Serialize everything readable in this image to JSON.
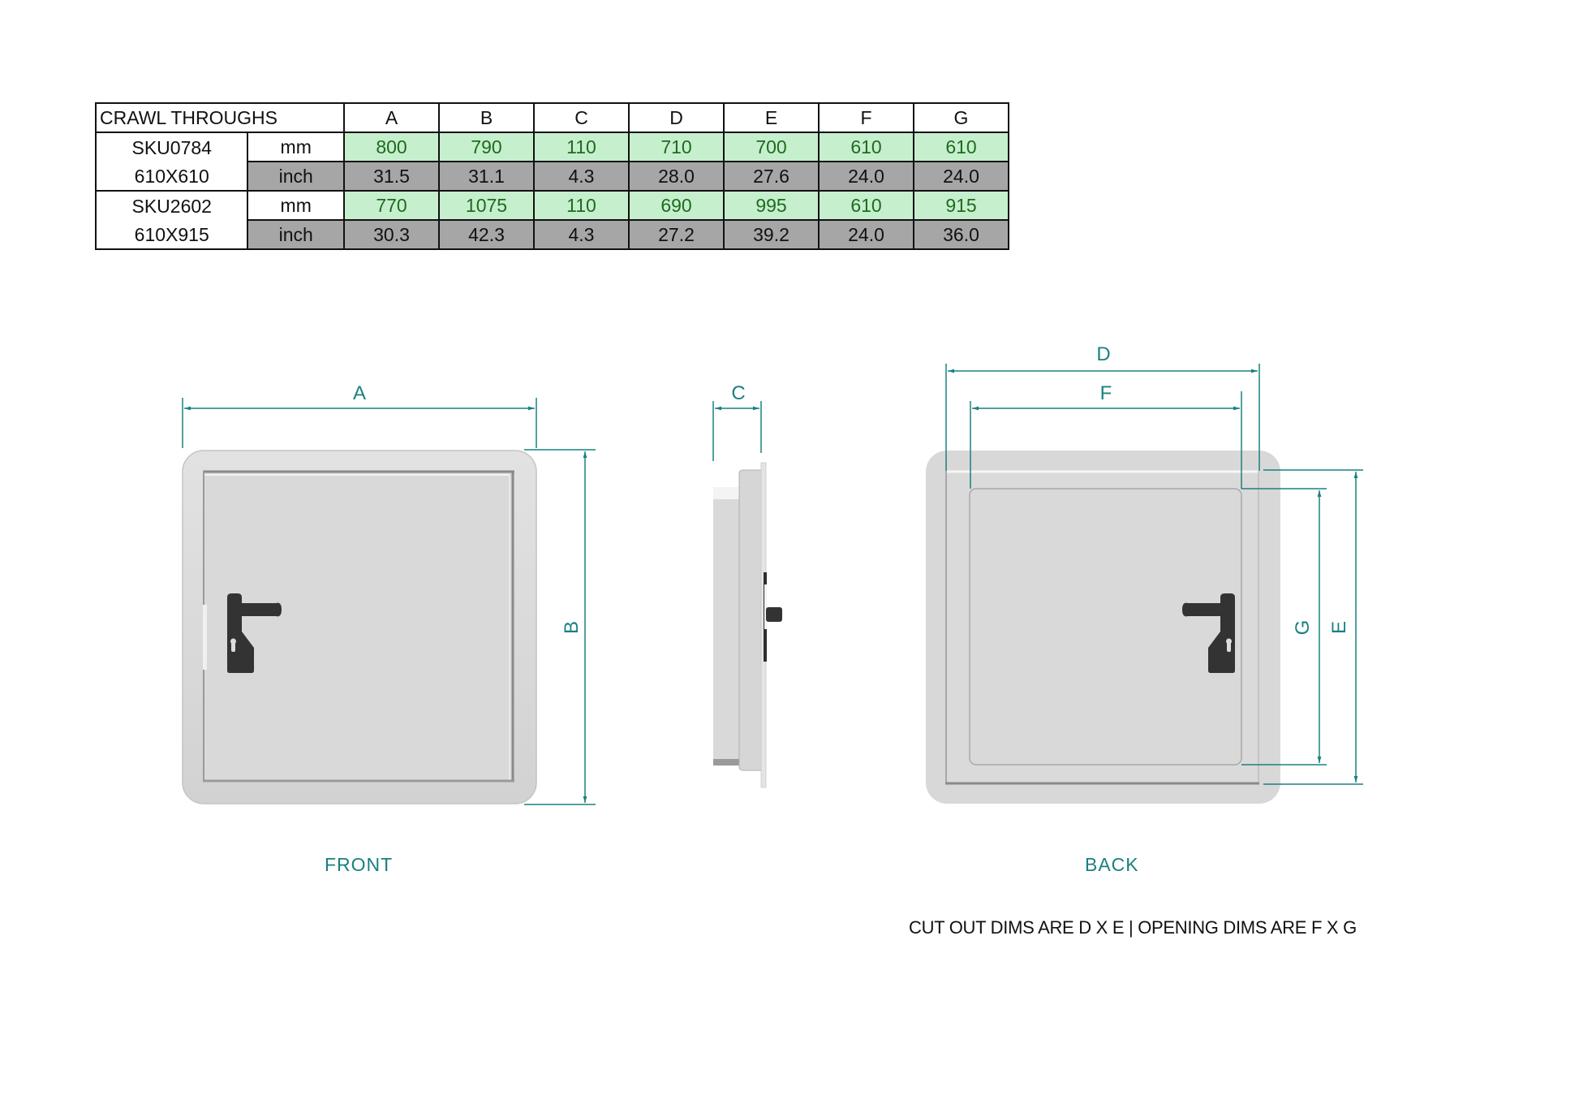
{
  "table": {
    "title": "CRAWL THROUGHS",
    "columns": [
      "A",
      "B",
      "C",
      "D",
      "E",
      "F",
      "G"
    ],
    "rows": [
      {
        "sku": "SKU0784",
        "size": "610X610",
        "mm_label": "mm",
        "inch_label": "inch",
        "mm": [
          "800",
          "790",
          "110",
          "710",
          "700",
          "610",
          "610"
        ],
        "inch": [
          "31.5",
          "31.1",
          "4.3",
          "28.0",
          "27.6",
          "24.0",
          "24.0"
        ]
      },
      {
        "sku": "SKU2602",
        "size": "610X915",
        "mm_label": "mm",
        "inch_label": "inch",
        "mm": [
          "770",
          "1075",
          "110",
          "690",
          "995",
          "610",
          "915"
        ],
        "inch": [
          "30.3",
          "42.3",
          "4.3",
          "27.2",
          "39.2",
          "24.0",
          "36.0"
        ]
      }
    ]
  },
  "diagram": {
    "dimension_labels": {
      "a": "A",
      "b": "B",
      "c": "C",
      "d": "D",
      "e": "E",
      "f": "F",
      "g": "G"
    },
    "views": {
      "front": "FRONT",
      "back": "BACK"
    },
    "caption": "CUT OUT DIMS ARE D X E | OPENING DIMS ARE F X G",
    "colors": {
      "dimension": "#1a8080",
      "panel": "#d9d9d9",
      "handle": "#333333",
      "mm_cell": "#c6efce",
      "mm_text": "#1e6b1e",
      "inch_cell": "#a6a6a6"
    }
  }
}
